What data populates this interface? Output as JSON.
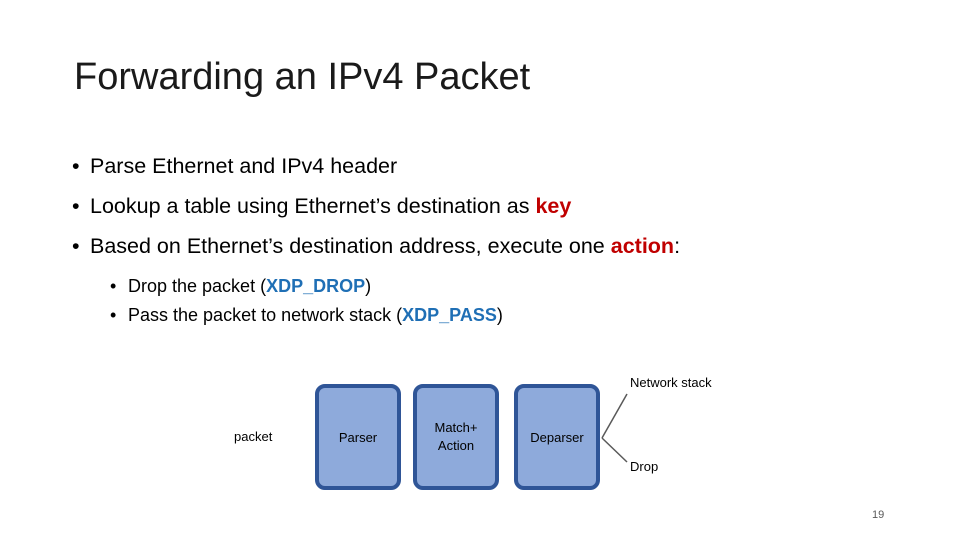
{
  "title": "Forwarding an IPv4 Packet",
  "bullets": {
    "b1": "Parse Ethernet and IPv4 header",
    "b2_pre": "Lookup a table using Ethernet’s destination as ",
    "b2_key": "key",
    "b3_pre": "Based on Ethernet’s destination address, execute one ",
    "b3_action": "action",
    "b3_post": ":",
    "sub1_pre": "Drop the packet (",
    "sub1_code": "XDP_DROP",
    "sub1_post": ")",
    "sub2_pre": "Pass the packet to network stack (",
    "sub2_code": "XDP_PASS",
    "sub2_post": ")",
    "bullet_char": "•"
  },
  "diagram": {
    "input_label": "packet",
    "boxes": [
      "Parser",
      "Match+\nAction",
      "Deparser"
    ],
    "out_top": "Network stack",
    "out_bottom": "Drop"
  },
  "colors": {
    "key": "#c00000",
    "code": "#1f6fb5",
    "box_fill": "#8eaadb",
    "box_border": "#2f5597"
  },
  "page_number": "19"
}
